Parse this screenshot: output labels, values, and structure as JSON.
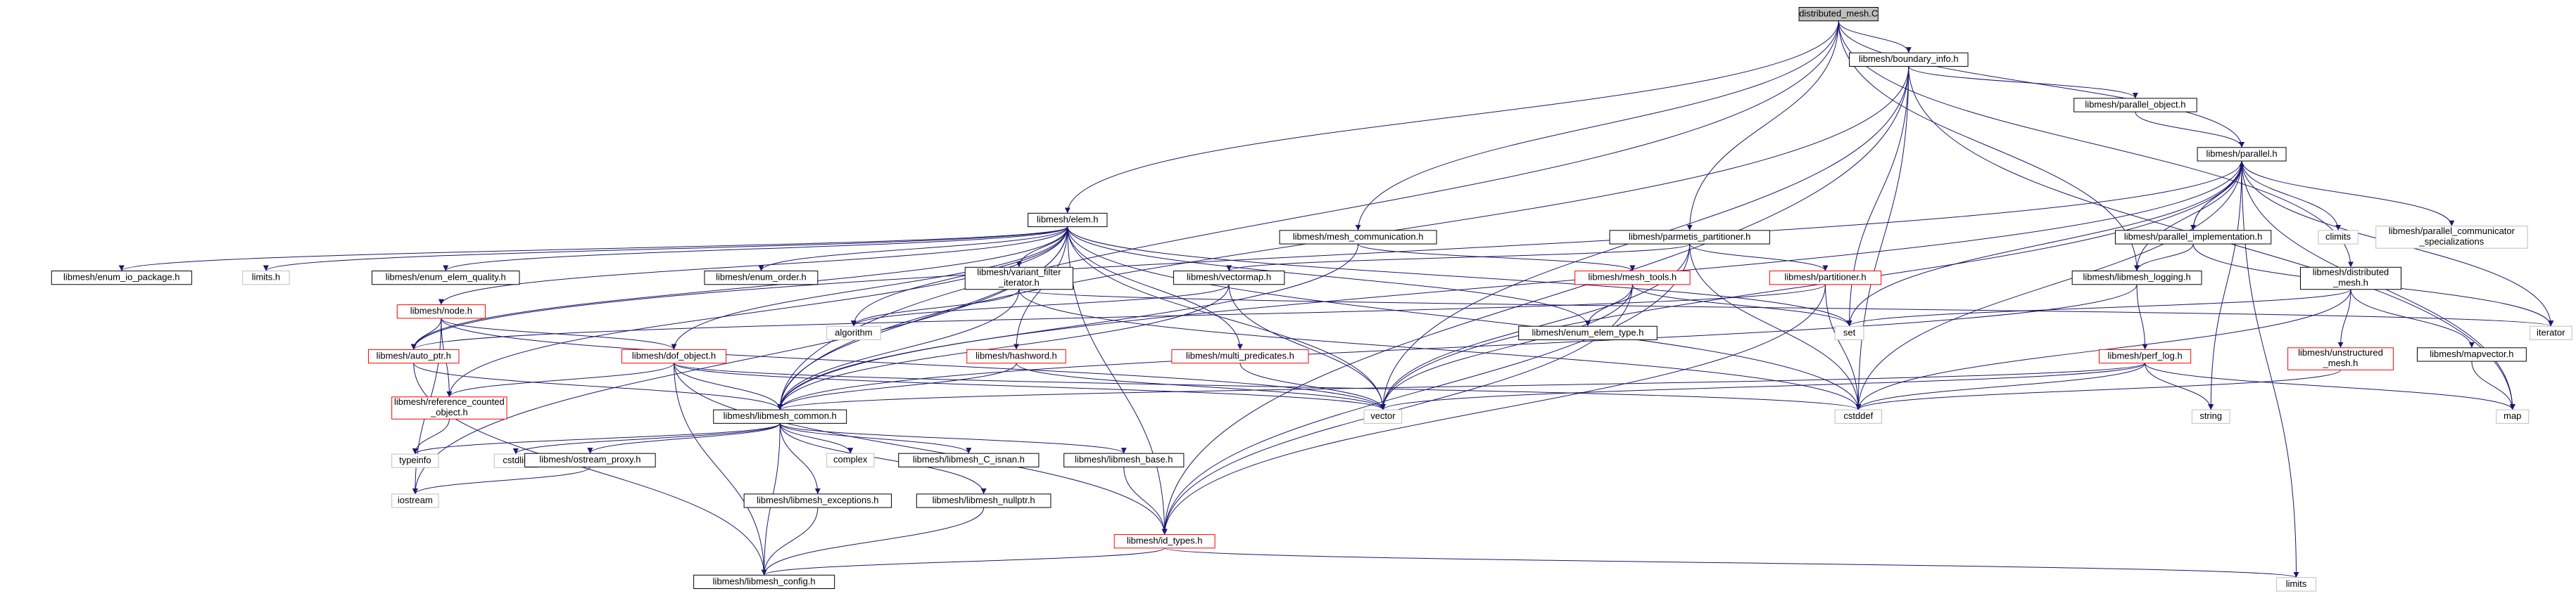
{
  "colors": {
    "root_fill": "#bfbfbf",
    "documented_border": "#000000",
    "undocumented_border": "#ff0000",
    "external_border": "#bfbfbf",
    "external_text": "#000000",
    "edge": "#191970"
  },
  "nodes": [
    {
      "id": "root",
      "lines": [
        "distributed_mesh.C"
      ],
      "kind": "root"
    },
    {
      "id": "boundary_info",
      "lines": [
        "libmesh/boundary_info.h"
      ],
      "kind": "doc"
    },
    {
      "id": "parallel_object",
      "lines": [
        "libmesh/parallel_object.h"
      ],
      "kind": "doc"
    },
    {
      "id": "parallel",
      "lines": [
        "libmesh/parallel.h"
      ],
      "kind": "doc"
    },
    {
      "id": "elem",
      "lines": [
        "libmesh/elem.h"
      ],
      "kind": "doc"
    },
    {
      "id": "mesh_communication",
      "lines": [
        "libmesh/mesh_communication.h"
      ],
      "kind": "doc"
    },
    {
      "id": "parmetis_partitioner",
      "lines": [
        "libmesh/parmetis_partitioner.h"
      ],
      "kind": "doc"
    },
    {
      "id": "parallel_implementation",
      "lines": [
        "libmesh/parallel_implementation.h"
      ],
      "kind": "doc"
    },
    {
      "id": "climits",
      "lines": [
        "climits"
      ],
      "kind": "ext"
    },
    {
      "id": "parallel_comm_spec",
      "lines": [
        "libmesh/parallel_communicator",
        "_specializations"
      ],
      "kind": "ext"
    },
    {
      "id": "enum_io_package",
      "lines": [
        "libmesh/enum_io_package.h"
      ],
      "kind": "doc"
    },
    {
      "id": "limits_h",
      "lines": [
        "limits.h"
      ],
      "kind": "ext"
    },
    {
      "id": "enum_elem_quality",
      "lines": [
        "libmesh/enum_elem_quality.h"
      ],
      "kind": "doc"
    },
    {
      "id": "enum_order",
      "lines": [
        "libmesh/enum_order.h"
      ],
      "kind": "doc"
    },
    {
      "id": "variant_filter_iterator",
      "lines": [
        "libmesh/variant_filter",
        "_iterator.h"
      ],
      "kind": "doc"
    },
    {
      "id": "vectormap",
      "lines": [
        "libmesh/vectormap.h"
      ],
      "kind": "doc"
    },
    {
      "id": "mesh_tools",
      "lines": [
        "libmesh/mesh_tools.h"
      ],
      "kind": "undoc"
    },
    {
      "id": "partitioner",
      "lines": [
        "libmesh/partitioner.h"
      ],
      "kind": "undoc"
    },
    {
      "id": "libmesh_logging",
      "lines": [
        "libmesh/libmesh_logging.h"
      ],
      "kind": "doc"
    },
    {
      "id": "distributed_mesh",
      "lines": [
        "libmesh/distributed",
        "_mesh.h"
      ],
      "kind": "doc"
    },
    {
      "id": "node",
      "lines": [
        "libmesh/node.h"
      ],
      "kind": "undoc"
    },
    {
      "id": "auto_ptr",
      "lines": [
        "libmesh/auto_ptr.h"
      ],
      "kind": "undoc"
    },
    {
      "id": "dof_object",
      "lines": [
        "libmesh/dof_object.h"
      ],
      "kind": "undoc"
    },
    {
      "id": "hashword",
      "lines": [
        "libmesh/hashword.h"
      ],
      "kind": "undoc"
    },
    {
      "id": "multi_predicates",
      "lines": [
        "libmesh/multi_predicates.h"
      ],
      "kind": "undoc"
    },
    {
      "id": "algorithm",
      "lines": [
        "algorithm"
      ],
      "kind": "ext"
    },
    {
      "id": "enum_elem_type",
      "lines": [
        "libmesh/enum_elem_type.h"
      ],
      "kind": "doc"
    },
    {
      "id": "set",
      "lines": [
        "set"
      ],
      "kind": "ext"
    },
    {
      "id": "perf_log",
      "lines": [
        "libmesh/perf_log.h"
      ],
      "kind": "undoc"
    },
    {
      "id": "unstructured_mesh",
      "lines": [
        "libmesh/unstructured",
        "_mesh.h"
      ],
      "kind": "undoc"
    },
    {
      "id": "mapvector",
      "lines": [
        "libmesh/mapvector.h"
      ],
      "kind": "doc"
    },
    {
      "id": "iterator",
      "lines": [
        "iterator"
      ],
      "kind": "ext"
    },
    {
      "id": "reference_counted_object",
      "lines": [
        "libmesh/reference_counted",
        "_object.h"
      ],
      "kind": "undoc"
    },
    {
      "id": "libmesh_common",
      "lines": [
        "libmesh/libmesh_common.h"
      ],
      "kind": "doc"
    },
    {
      "id": "vector",
      "lines": [
        "vector"
      ],
      "kind": "ext"
    },
    {
      "id": "cstddef",
      "lines": [
        "cstddef"
      ],
      "kind": "ext"
    },
    {
      "id": "string",
      "lines": [
        "string"
      ],
      "kind": "ext"
    },
    {
      "id": "map",
      "lines": [
        "map"
      ],
      "kind": "ext"
    },
    {
      "id": "typeinfo",
      "lines": [
        "typeinfo"
      ],
      "kind": "ext"
    },
    {
      "id": "cstdlib",
      "lines": [
        "cstdlib"
      ],
      "kind": "ext"
    },
    {
      "id": "ostream_proxy",
      "lines": [
        "libmesh/ostream_proxy.h"
      ],
      "kind": "doc"
    },
    {
      "id": "complex",
      "lines": [
        "complex"
      ],
      "kind": "ext"
    },
    {
      "id": "c_isnan",
      "lines": [
        "libmesh/libmesh_C_isnan.h"
      ],
      "kind": "doc"
    },
    {
      "id": "libmesh_base",
      "lines": [
        "libmesh/libmesh_base.h"
      ],
      "kind": "doc"
    },
    {
      "id": "iostream",
      "lines": [
        "iostream"
      ],
      "kind": "ext"
    },
    {
      "id": "libmesh_exceptions",
      "lines": [
        "libmesh/libmesh_exceptions.h"
      ],
      "kind": "doc"
    },
    {
      "id": "libmesh_nullptr",
      "lines": [
        "libmesh/libmesh_nullptr.h"
      ],
      "kind": "doc"
    },
    {
      "id": "id_types",
      "lines": [
        "libmesh/id_types.h"
      ],
      "kind": "undoc"
    },
    {
      "id": "libmesh_config",
      "lines": [
        "libmesh/libmesh_config.h"
      ],
      "kind": "doc"
    },
    {
      "id": "limits",
      "lines": [
        "limits"
      ],
      "kind": "ext"
    }
  ],
  "edges": [
    [
      "root",
      "boundary_info"
    ],
    [
      "root",
      "elem"
    ],
    [
      "root",
      "mesh_communication"
    ],
    [
      "root",
      "parmetis_partitioner"
    ],
    [
      "root",
      "parallel"
    ],
    [
      "root",
      "libmesh_logging"
    ],
    [
      "root",
      "distributed_mesh"
    ],
    [
      "root",
      "libmesh_common"
    ],
    [
      "boundary_info",
      "parallel_object"
    ],
    [
      "boundary_info",
      "libmesh_common"
    ],
    [
      "boundary_info",
      "id_types"
    ],
    [
      "boundary_info",
      "set"
    ],
    [
      "boundary_info",
      "vector"
    ],
    [
      "boundary_info",
      "map"
    ],
    [
      "boundary_info",
      "cstddef"
    ],
    [
      "parallel_object",
      "parallel"
    ],
    [
      "parallel",
      "parallel_implementation"
    ],
    [
      "parallel",
      "climits"
    ],
    [
      "parallel",
      "parallel_comm_spec"
    ],
    [
      "parallel",
      "auto_ptr"
    ],
    [
      "parallel",
      "libmesh_logging"
    ],
    [
      "parallel",
      "set"
    ],
    [
      "parallel",
      "iterator"
    ],
    [
      "parallel",
      "vector"
    ],
    [
      "parallel",
      "cstddef"
    ],
    [
      "parallel",
      "string"
    ],
    [
      "parallel",
      "map"
    ],
    [
      "parallel",
      "limits"
    ],
    [
      "parallel",
      "libmesh_common"
    ],
    [
      "parallel_implementation",
      "parallel"
    ],
    [
      "parallel_implementation",
      "libmesh_logging"
    ],
    [
      "parallel_implementation",
      "iterator"
    ],
    [
      "elem",
      "enum_io_package"
    ],
    [
      "elem",
      "limits_h"
    ],
    [
      "elem",
      "enum_elem_quality"
    ],
    [
      "elem",
      "enum_order"
    ],
    [
      "elem",
      "variant_filter_iterator"
    ],
    [
      "elem",
      "node"
    ],
    [
      "elem",
      "auto_ptr"
    ],
    [
      "elem",
      "dof_object"
    ],
    [
      "elem",
      "hashword"
    ],
    [
      "elem",
      "multi_predicates"
    ],
    [
      "elem",
      "enum_elem_type"
    ],
    [
      "elem",
      "algorithm"
    ],
    [
      "elem",
      "set"
    ],
    [
      "elem",
      "vector"
    ],
    [
      "elem",
      "cstddef"
    ],
    [
      "elem",
      "libmesh_common"
    ],
    [
      "elem",
      "id_types"
    ],
    [
      "elem",
      "reference_counted_object"
    ],
    [
      "elem",
      "iostream"
    ],
    [
      "mesh_communication",
      "libmesh_common"
    ],
    [
      "mesh_communication",
      "mesh_tools"
    ],
    [
      "parmetis_partitioner",
      "partitioner"
    ],
    [
      "parmetis_partitioner",
      "vectormap"
    ],
    [
      "parmetis_partitioner",
      "id_types"
    ],
    [
      "parmetis_partitioner",
      "vector"
    ],
    [
      "parmetis_partitioner",
      "cstddef"
    ],
    [
      "variant_filter_iterator",
      "libmesh_common"
    ],
    [
      "variant_filter_iterator",
      "iterator"
    ],
    [
      "variant_filter_iterator",
      "algorithm"
    ],
    [
      "variant_filter_iterator",
      "cstddef"
    ],
    [
      "vectormap",
      "vector"
    ],
    [
      "vectormap",
      "algorithm"
    ],
    [
      "vectormap",
      "libmesh_common"
    ],
    [
      "mesh_tools",
      "enum_elem_type"
    ],
    [
      "mesh_tools",
      "id_types"
    ],
    [
      "mesh_tools",
      "set"
    ],
    [
      "mesh_tools",
      "vector"
    ],
    [
      "partitioner",
      "auto_ptr"
    ],
    [
      "partitioner",
      "id_types"
    ],
    [
      "partitioner",
      "cstddef"
    ],
    [
      "libmesh_logging",
      "perf_log"
    ],
    [
      "libmesh_logging",
      "libmesh_common"
    ],
    [
      "distributed_mesh",
      "unstructured_mesh"
    ],
    [
      "distributed_mesh",
      "mapvector"
    ],
    [
      "distributed_mesh",
      "set"
    ],
    [
      "distributed_mesh",
      "cstddef"
    ],
    [
      "node",
      "dof_object"
    ],
    [
      "node",
      "auto_ptr"
    ],
    [
      "node",
      "reference_counted_object"
    ],
    [
      "node",
      "iostream"
    ],
    [
      "node",
      "vector"
    ],
    [
      "auto_ptr",
      "libmesh_common"
    ],
    [
      "auto_ptr",
      "libmesh_config"
    ],
    [
      "dof_object",
      "reference_counted_object"
    ],
    [
      "dof_object",
      "libmesh_common"
    ],
    [
      "dof_object",
      "id_types"
    ],
    [
      "dof_object",
      "libmesh_config"
    ],
    [
      "dof_object",
      "cstddef"
    ],
    [
      "dof_object",
      "vector"
    ],
    [
      "hashword",
      "libmesh_common"
    ],
    [
      "hashword",
      "vector"
    ],
    [
      "multi_predicates",
      "vector"
    ],
    [
      "perf_log",
      "libmesh_common"
    ],
    [
      "perf_log",
      "string"
    ],
    [
      "perf_log",
      "vector"
    ],
    [
      "perf_log",
      "map"
    ],
    [
      "perf_log",
      "cstddef"
    ],
    [
      "unstructured_mesh",
      "cstddef"
    ],
    [
      "mapvector",
      "map"
    ],
    [
      "reference_counted_object",
      "typeinfo"
    ],
    [
      "libmesh_common",
      "libmesh_config"
    ],
    [
      "libmesh_common",
      "typeinfo"
    ],
    [
      "libmesh_common",
      "cstdlib"
    ],
    [
      "libmesh_common",
      "ostream_proxy"
    ],
    [
      "libmesh_common",
      "complex"
    ],
    [
      "libmesh_common",
      "c_isnan"
    ],
    [
      "libmesh_common",
      "libmesh_base"
    ],
    [
      "libmesh_common",
      "libmesh_exceptions"
    ],
    [
      "libmesh_common",
      "libmesh_nullptr"
    ],
    [
      "ostream_proxy",
      "iostream"
    ],
    [
      "libmesh_base",
      "id_types"
    ],
    [
      "libmesh_exceptions",
      "libmesh_config"
    ],
    [
      "libmesh_nullptr",
      "libmesh_config"
    ],
    [
      "id_types",
      "libmesh_config"
    ],
    [
      "id_types",
      "limits"
    ]
  ]
}
